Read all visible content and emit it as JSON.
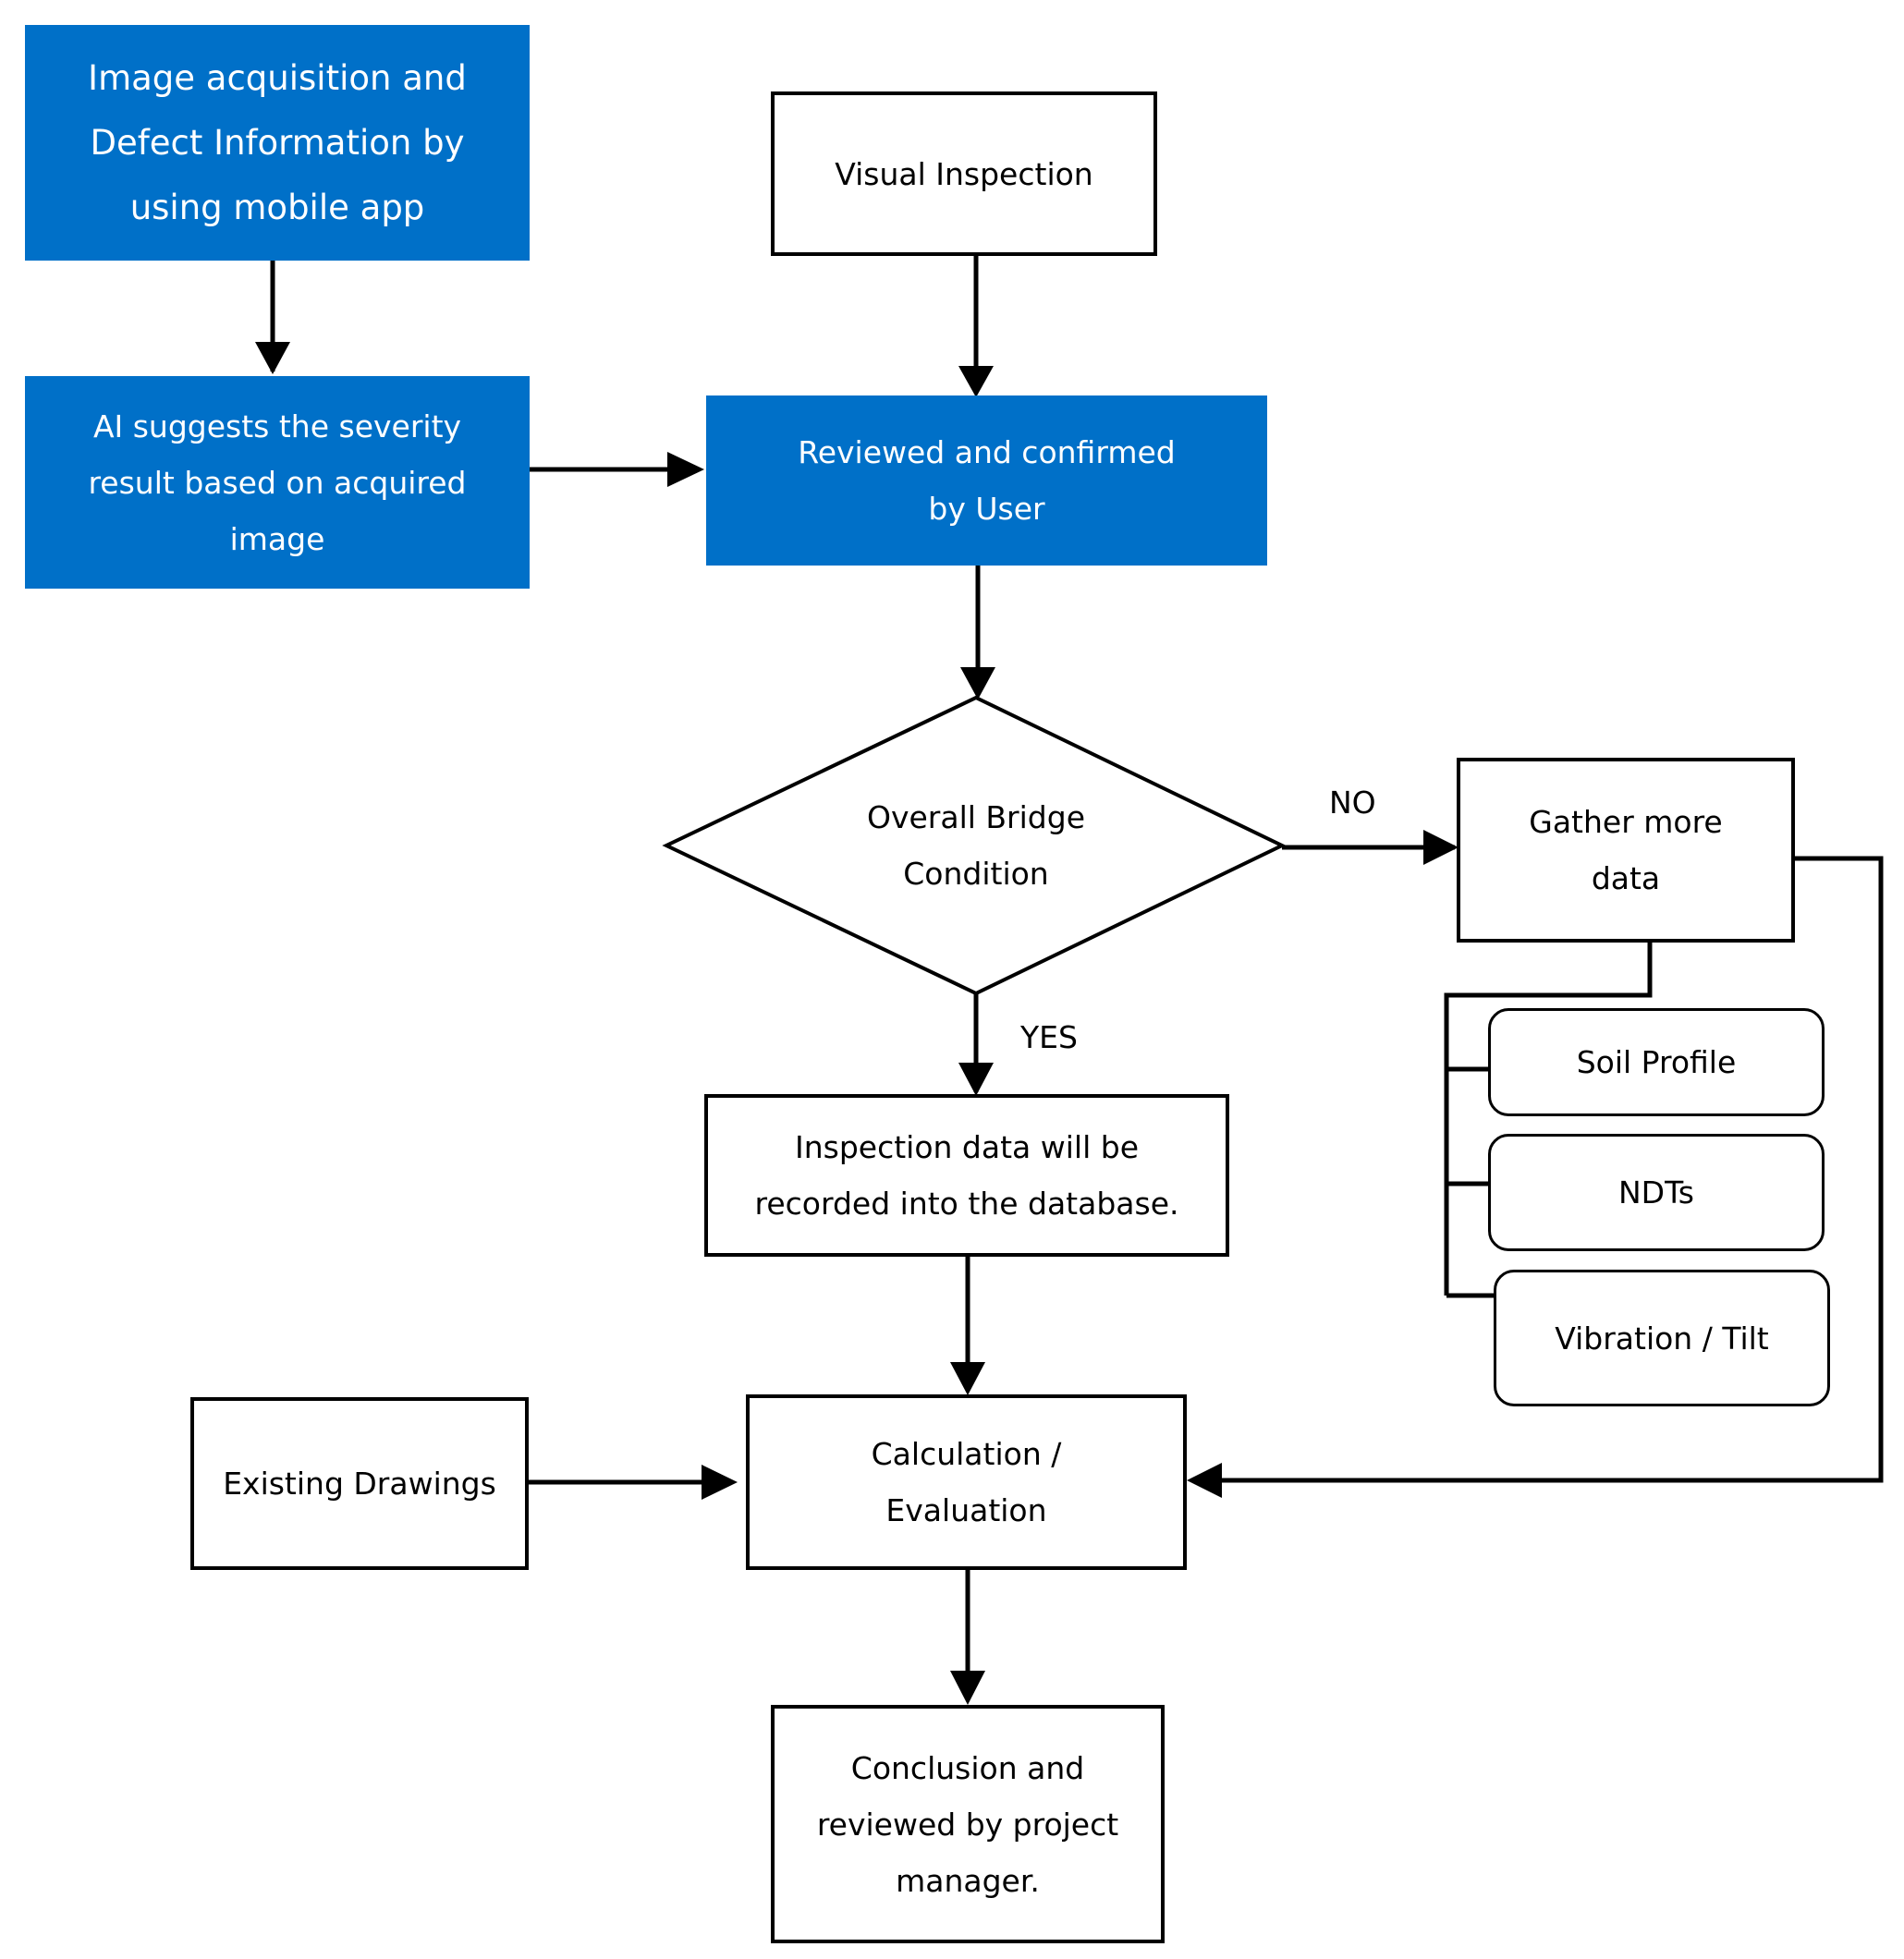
{
  "colors": {
    "accent_blue": "#0070C8",
    "stroke": "#000000",
    "background": "#FFFFFF"
  },
  "nodes": {
    "image_acquisition": "Image acquisition and\nDefect Information by\nusing mobile app",
    "ai_suggests": "AI suggests the severity\nresult based on acquired\nimage",
    "visual_inspection": "Visual Inspection",
    "reviewed_confirmed": "Reviewed and confirmed\nby User",
    "overall_condition": "Overall Bridge\nCondition",
    "gather_more_data": "Gather more\ndata",
    "soil_profile": "Soil Profile",
    "ndts": "NDTs",
    "vibration_tilt": "Vibration / Tilt",
    "inspection_data": "Inspection data will be\nrecorded into the database.",
    "existing_drawings": "Existing Drawings",
    "calculation": "Calculation /\nEvaluation",
    "conclusion": "Conclusion and\nreviewed by project\nmanager."
  },
  "edge_labels": {
    "no": "NO",
    "yes": "YES"
  }
}
